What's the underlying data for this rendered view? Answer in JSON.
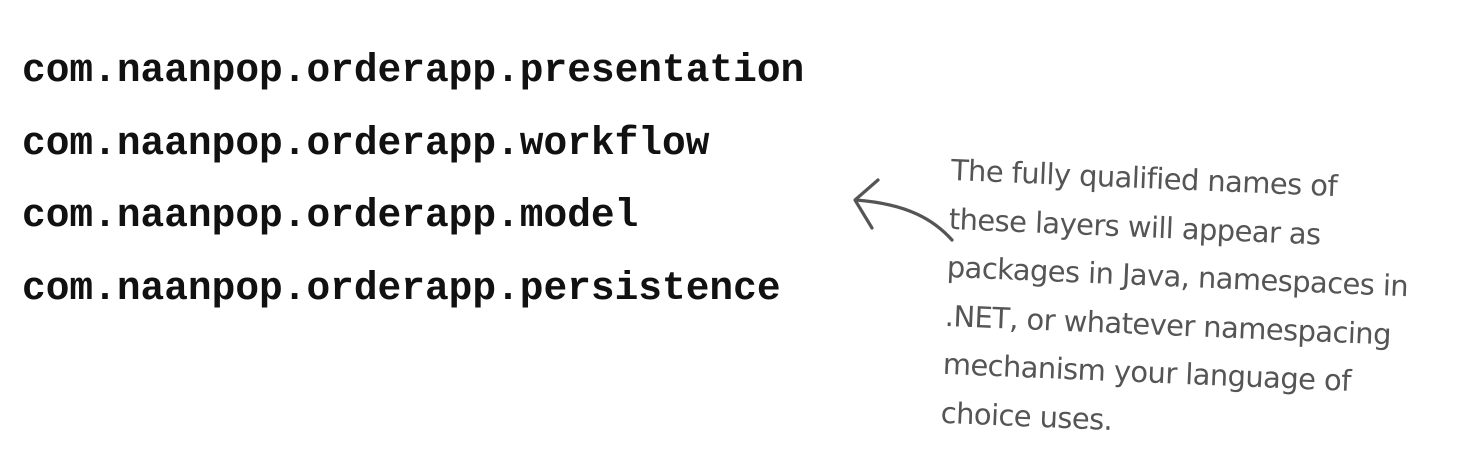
{
  "packages": [
    "com.naanpop.orderapp.presentation",
    "com.naanpop.orderapp.workflow",
    "com.naanpop.orderapp.model",
    "com.naanpop.orderapp.persistence"
  ],
  "annotation": {
    "lines": [
      "The fully qualified names of",
      "these layers will appear as",
      "packages in Java, namespaces in",
      ".NET, or whatever namespacing",
      "mechanism your language of",
      "choice uses."
    ],
    "color": "#555555"
  }
}
